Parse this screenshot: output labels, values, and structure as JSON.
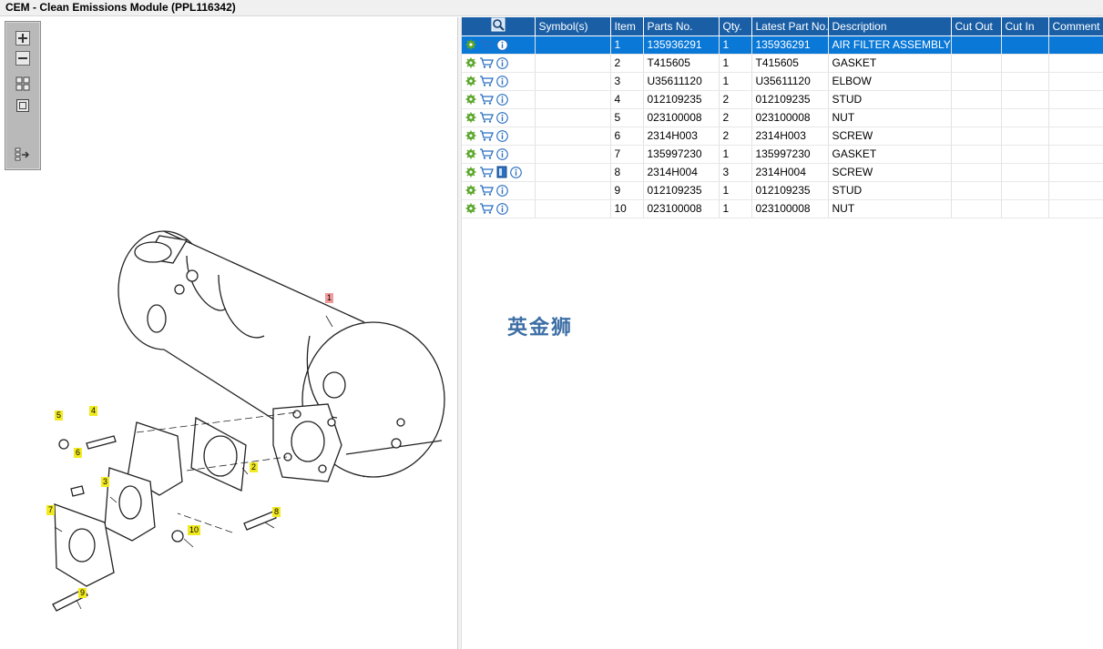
{
  "window": {
    "title": "CEM - Clean Emissions Module (PPL116342)"
  },
  "toolbar": {
    "buttons": [
      {
        "name": "zoom-in-button",
        "icon": "plus-icon"
      },
      {
        "name": "zoom-out-button",
        "icon": "minus-icon"
      },
      {
        "name": "fit-all-button",
        "icon": "grid-icon"
      },
      {
        "name": "fit-window-button",
        "icon": "square-icon"
      },
      {
        "name": "show-list-button",
        "icon": "list-arrow-icon"
      }
    ]
  },
  "diagram": {
    "callouts": [
      {
        "label": "1",
        "highlighted": true
      },
      {
        "label": "2"
      },
      {
        "label": "3"
      },
      {
        "label": "4"
      },
      {
        "label": "5"
      },
      {
        "label": "6"
      },
      {
        "label": "7"
      },
      {
        "label": "8"
      },
      {
        "label": "9"
      },
      {
        "label": "10"
      }
    ]
  },
  "table": {
    "columns": {
      "icon": "",
      "symbols": "Symbol(s)",
      "item": "Item",
      "parts_no": "Parts No.",
      "qty": "Qty.",
      "latest": "Latest Part No.",
      "description": "Description",
      "cut_out": "Cut Out",
      "cut_in": "Cut In",
      "comment": "Comment"
    },
    "rows": [
      {
        "item": "1",
        "parts_no": "135936291",
        "qty": "1",
        "latest": "135936291",
        "description": "AIR FILTER ASSEMBLY",
        "selected": true,
        "book": false
      },
      {
        "item": "2",
        "parts_no": "T415605",
        "qty": "1",
        "latest": "T415605",
        "description": "GASKET",
        "book": false
      },
      {
        "item": "3",
        "parts_no": "U35611120",
        "qty": "1",
        "latest": "U35611120",
        "description": "ELBOW",
        "book": false
      },
      {
        "item": "4",
        "parts_no": "012109235",
        "qty": "2",
        "latest": "012109235",
        "description": "STUD",
        "book": false
      },
      {
        "item": "5",
        "parts_no": "023100008",
        "qty": "2",
        "latest": "023100008",
        "description": "NUT",
        "book": false
      },
      {
        "item": "6",
        "parts_no": "2314H003",
        "qty": "2",
        "latest": "2314H003",
        "description": "SCREW",
        "book": false
      },
      {
        "item": "7",
        "parts_no": "135997230",
        "qty": "1",
        "latest": "135997230",
        "description": "GASKET",
        "book": false
      },
      {
        "item": "8",
        "parts_no": "2314H004",
        "qty": "3",
        "latest": "2314H004",
        "description": "SCREW",
        "book": true
      },
      {
        "item": "9",
        "parts_no": "012109235",
        "qty": "1",
        "latest": "012109235",
        "description": "STUD",
        "book": false
      },
      {
        "item": "10",
        "parts_no": "023100008",
        "qty": "1",
        "latest": "023100008",
        "description": "NUT",
        "book": false
      }
    ]
  },
  "watermark": {
    "text": "英金狮"
  },
  "colors": {
    "header": "#1a5fa6",
    "selected_row": "#0a78d7",
    "callout": "#f2ea21",
    "callout_highlight": "#f19a9a"
  }
}
